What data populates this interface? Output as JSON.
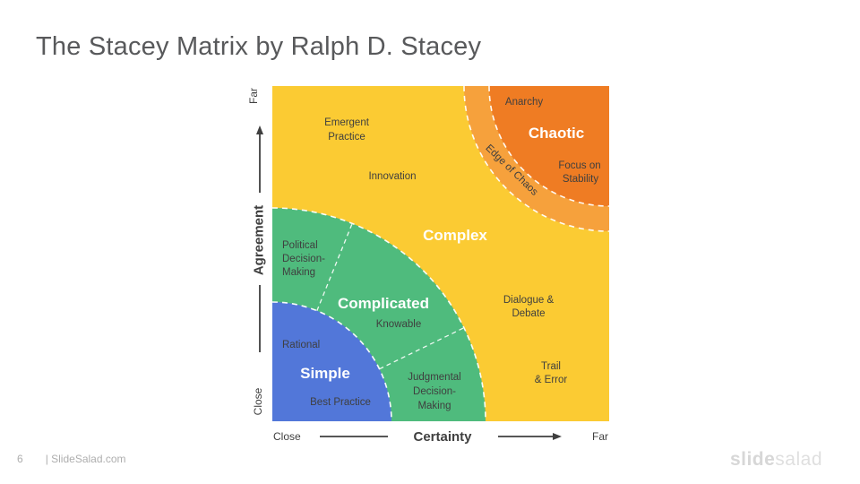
{
  "slide": {
    "title": "The Stacey Matrix by Ralph D. Stacey",
    "page_number": "6",
    "footer": "| SlideSalad.com",
    "brand": {
      "bold": "slide",
      "light": "salad"
    }
  },
  "axes": {
    "y": {
      "label": "Agreement",
      "far": "Far",
      "close": "Close"
    },
    "x": {
      "label": "Certainty",
      "far": "Far",
      "close": "Close"
    }
  },
  "matrix": {
    "regions": {
      "simple": {
        "name": "Simple",
        "color": "#5277D9"
      },
      "complicated": {
        "name": "Complicated",
        "color": "#4FBB7D"
      },
      "complex": {
        "name": "Complex",
        "color": "#FBCB33"
      },
      "chaotic": {
        "name": "Chaotic",
        "color": "#EF7C23"
      },
      "edge_band_color": "#F6A13C"
    },
    "labels": {
      "anarchy": "Anarchy",
      "edge_of_chaos": "Edge of Chaos",
      "focus_on_stability": [
        "Focus on",
        "Stability"
      ],
      "emergent_practice": [
        "Emergent",
        "Practice"
      ],
      "innovation": "Innovation",
      "political": [
        "Political",
        "Decision-",
        "Making"
      ],
      "knowable": "Knowable",
      "dialogue_debate": [
        "Dialogue &",
        "Debate"
      ],
      "rational": "Rational",
      "best_practice": "Best Practice",
      "judgmental": [
        "Judgmental",
        "Decision-",
        "Making"
      ],
      "trail_error": [
        "Trail",
        "& Error"
      ]
    }
  }
}
